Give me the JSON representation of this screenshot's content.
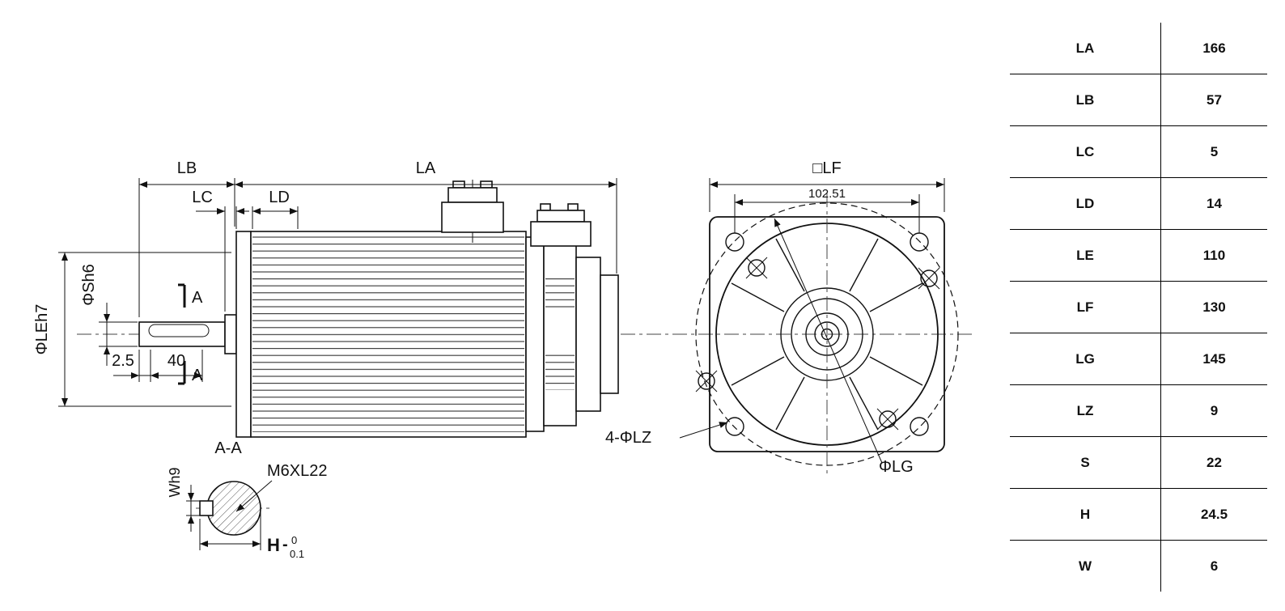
{
  "colors": {
    "ink": "#111111",
    "background": "#ffffff"
  },
  "drawing": {
    "side": {
      "lb": "LB",
      "la": "LA",
      "lc": "LC",
      "ld": "LD",
      "le": "ΦLEh7",
      "s": "ΦSh6",
      "d25": "2.5",
      "d40": "40",
      "section_a": "A"
    },
    "section": {
      "title": "A-A",
      "w": "Wh9",
      "thread": "M6XL22",
      "h": "H",
      "minus": "-",
      "tol_top": "0",
      "tol_bottom": "0.1"
    },
    "front": {
      "lf": "□LF",
      "pitch": "102.51",
      "holes": "4-ΦLZ",
      "lg": "ΦLG"
    }
  },
  "table": {
    "rows": [
      {
        "param": "LA",
        "value": "166"
      },
      {
        "param": "LB",
        "value": "57"
      },
      {
        "param": "LC",
        "value": "5"
      },
      {
        "param": "LD",
        "value": "14"
      },
      {
        "param": "LE",
        "value": "110"
      },
      {
        "param": "LF",
        "value": "130"
      },
      {
        "param": "LG",
        "value": "145"
      },
      {
        "param": "LZ",
        "value": "9"
      },
      {
        "param": "S",
        "value": "22"
      },
      {
        "param": "H",
        "value": "24.5"
      },
      {
        "param": "W",
        "value": "6"
      }
    ]
  }
}
